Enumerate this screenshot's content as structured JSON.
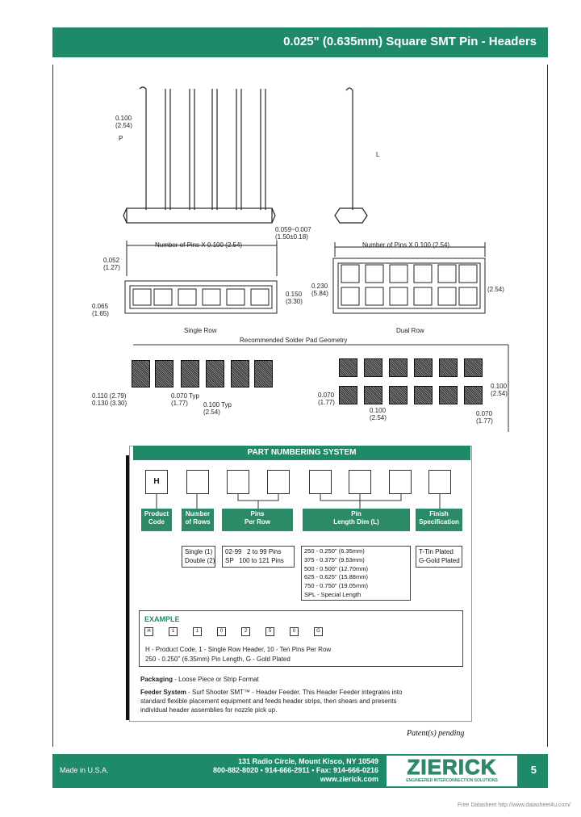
{
  "header": {
    "title": "0.025\" (0.635mm) Square SMT Pin - Headers"
  },
  "drawing": {
    "pitch_label": "0.100\n(2.54)",
    "p_label": "P",
    "l_label": "L",
    "height_label": "0.059~0.007\n(1.50±0.18)",
    "single_span": "Number of Pins X 0.100 (2.54)",
    "dual_span": "Number of Pins X 0.100 (2.54)",
    "d052": "0.052\n(1.27)",
    "d065": "0.065\n(1.65)",
    "d150": "0.150\n(3.30)",
    "d230": "0.230\n(5.84)",
    "d254": "(2.54)",
    "single_row": "Single Row",
    "dual_row": "Dual Row",
    "solder_title": "Recommended Solder Pad Geometry",
    "d110": "0.110 (2.79)\n0.130 (3.30)",
    "d070typ": "0.070 Typ\n(1.77)",
    "d100typ": "0.100 Typ\n(2.54)",
    "d070l": "0.070\n(1.77)",
    "d100b": "0.100\n(2.54)",
    "d100r": "0.100\n(2.54)",
    "d070r": "0.070\n(1.77)"
  },
  "pns": {
    "heading": "PART NUMBERING SYSTEM",
    "first_box": "H",
    "cats": [
      "Product\nCode",
      "Number\nof Rows",
      "Pins\nPer Row",
      "Pin\nLength Dim (L)",
      "Finish\nSpecification"
    ],
    "rows_values": "Single (1)\nDouble (2)",
    "pins_values": "02-99   2 to 99 Pins\nSP   100 to 121 Pins",
    "length_values": "250 - 0.250\" (6.35mm)\n375 - 0.375\" (9.53mm)\n500 - 0.500\" (12.70mm)\n625 - 0.625\" (15.88mm)\n750 - 0.750\" (19.05mm)\nSPL - Special Length",
    "finish_values": "T-Tin Plated\nG-Gold Plated",
    "example_label": "EXAMPLE",
    "example_code": [
      "H",
      "1",
      "1",
      "0",
      "2",
      "5",
      "0",
      "G"
    ],
    "example_line1": "H - Product Code, 1 - Single Row Header, 10 - Ten Pins Per Row",
    "example_line2": "250 - 0.250\" (6.35mm) Pin Length, G - Gold Plated",
    "packaging_label": "Packaging",
    "packaging_text": " - Loose Piece or Strip Format",
    "feeder_label": "Feeder System",
    "feeder_text": " - Surf Shooter SMT™ - Header Feeder. This Header Feeder integrates into standard flexible placement equipment and feeds header strips, then shears and presents individual header assemblies for nozzle pick up."
  },
  "patent": "Patent(s) pending",
  "footer": {
    "made_in": "Made in U.S.A.",
    "address": "131 Radio Circle, Mount Kisco, NY 10549",
    "phone": "800-882-8020 • 914-666-2911 • Fax: 914-666-0216",
    "web": "www.zierick.com",
    "logo": "ZIERICK",
    "tagline": "ENGINEERED INTERCONNECTION SOLUTIONS",
    "page": "5"
  },
  "watermark": "Free Datasheet http://www.datasheet4u.com/"
}
